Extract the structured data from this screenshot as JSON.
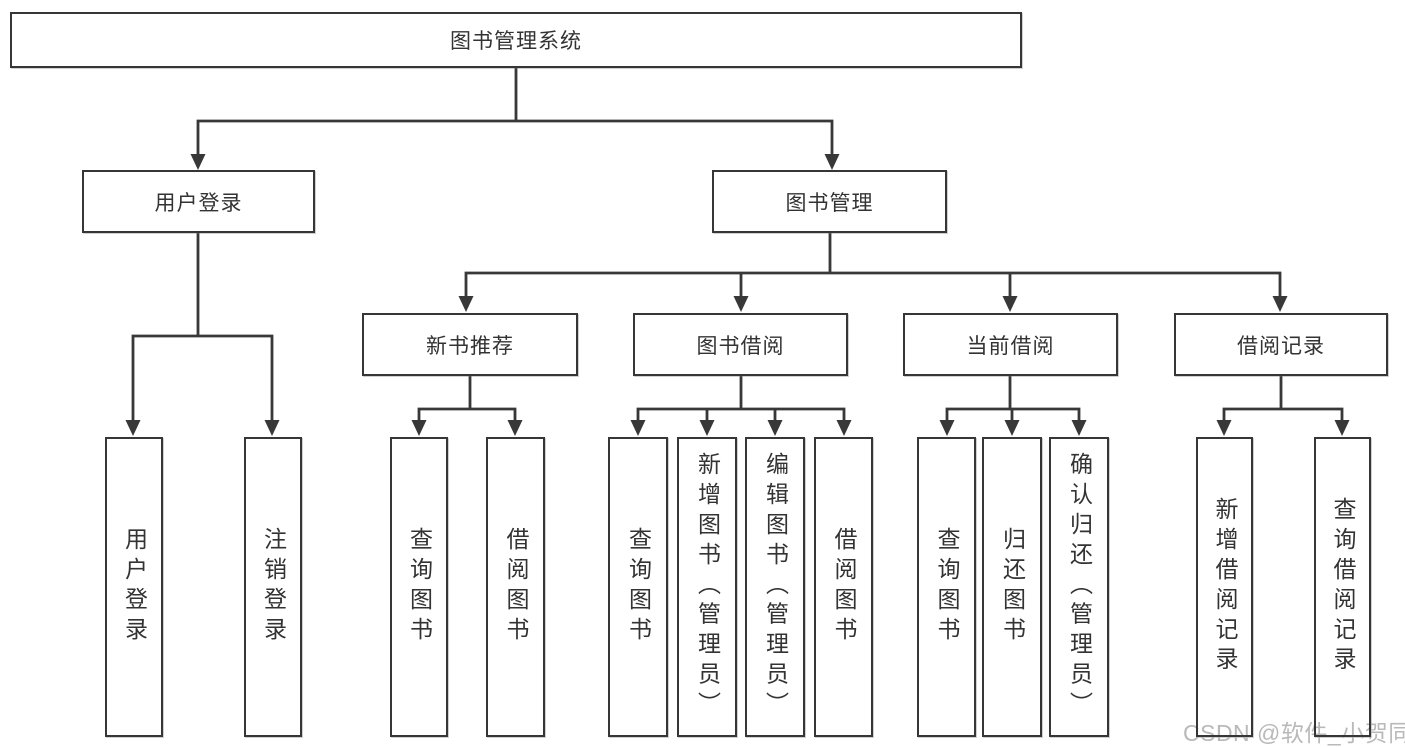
{
  "diagram": {
    "type": "hierarchy-tree",
    "title": "图书管理系统",
    "colors": {
      "line": "#383838",
      "border": "#363636",
      "text": "#333333",
      "background": "#ffffff",
      "watermark": "#b9b9b9"
    },
    "tree": {
      "label": "图书管理系统",
      "children": [
        {
          "label": "用户登录",
          "children": [
            {
              "label": "用户登录"
            },
            {
              "label": "注销登录"
            }
          ]
        },
        {
          "label": "图书管理",
          "children": [
            {
              "label": "新书推荐",
              "children": [
                {
                  "label": "查询图书"
                },
                {
                  "label": "借阅图书"
                }
              ]
            },
            {
              "label": "图书借阅",
              "children": [
                {
                  "label": "查询图书"
                },
                {
                  "label": "新增图书（管理员）"
                },
                {
                  "label": "编辑图书（管理员）"
                },
                {
                  "label": "借阅图书"
                }
              ]
            },
            {
              "label": "当前借阅",
              "children": [
                {
                  "label": "查询图书"
                },
                {
                  "label": "归还图书"
                },
                {
                  "label": "确认归还（管理员）"
                }
              ]
            },
            {
              "label": "借阅记录",
              "children": [
                {
                  "label": "新增借阅记录"
                },
                {
                  "label": "查询借阅记录"
                }
              ]
            }
          ]
        }
      ]
    },
    "watermark": "CSDN @软件_小贺同学"
  }
}
